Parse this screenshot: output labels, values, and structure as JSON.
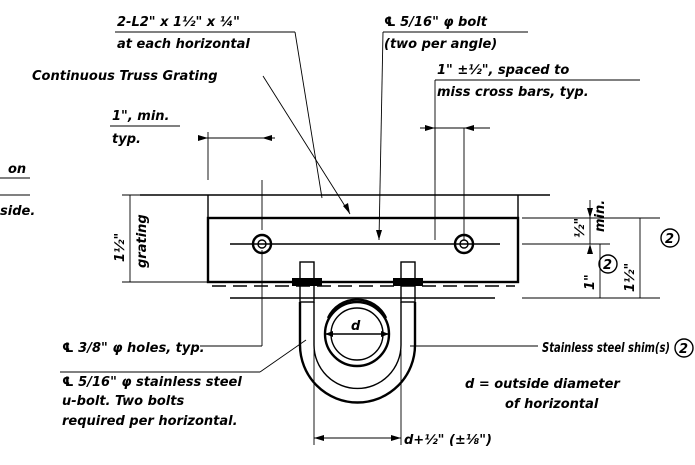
{
  "labels": {
    "angle_size_l1": "2-L2\" x 1½\" x ¼\"",
    "angle_size_l2": "at each horizontal",
    "bolt_l1": "℄ 5/16\" φ bolt",
    "bolt_l2": "(two per angle)",
    "grating": "Continuous Truss Grating",
    "spacing_l1": "1\" ±½\", spaced to",
    "spacing_l2": "miss cross bars, typ.",
    "min_l1": "1\", min.",
    "min_l2": "typ.",
    "left_cut_l1": "on",
    "left_cut_l2": "side.",
    "grating_dim_l1": "1½\"",
    "grating_dim_l2": "grating",
    "right_min_l1": "½\"",
    "right_min_l2": "min.",
    "right_dim_1": "1\"",
    "right_dim_1_num": "2",
    "right_dim_2": "1½\"",
    "right_dim_2_num": "2",
    "holes": "℄ 3/8\" φ holes, typ.",
    "shim": "Stainless steel shim(s)",
    "shim_num": "2",
    "ubolt_l1": "℄ 5/16\" φ stainless steel",
    "ubolt_l2": "u-bolt.  Two bolts",
    "ubolt_l3": "required per horizontal.",
    "d_inner": "d",
    "d_def_l1": "d = outside diameter",
    "d_def_l2": "of horizontal",
    "d_dim": "d+½\" (±⅛\")"
  }
}
